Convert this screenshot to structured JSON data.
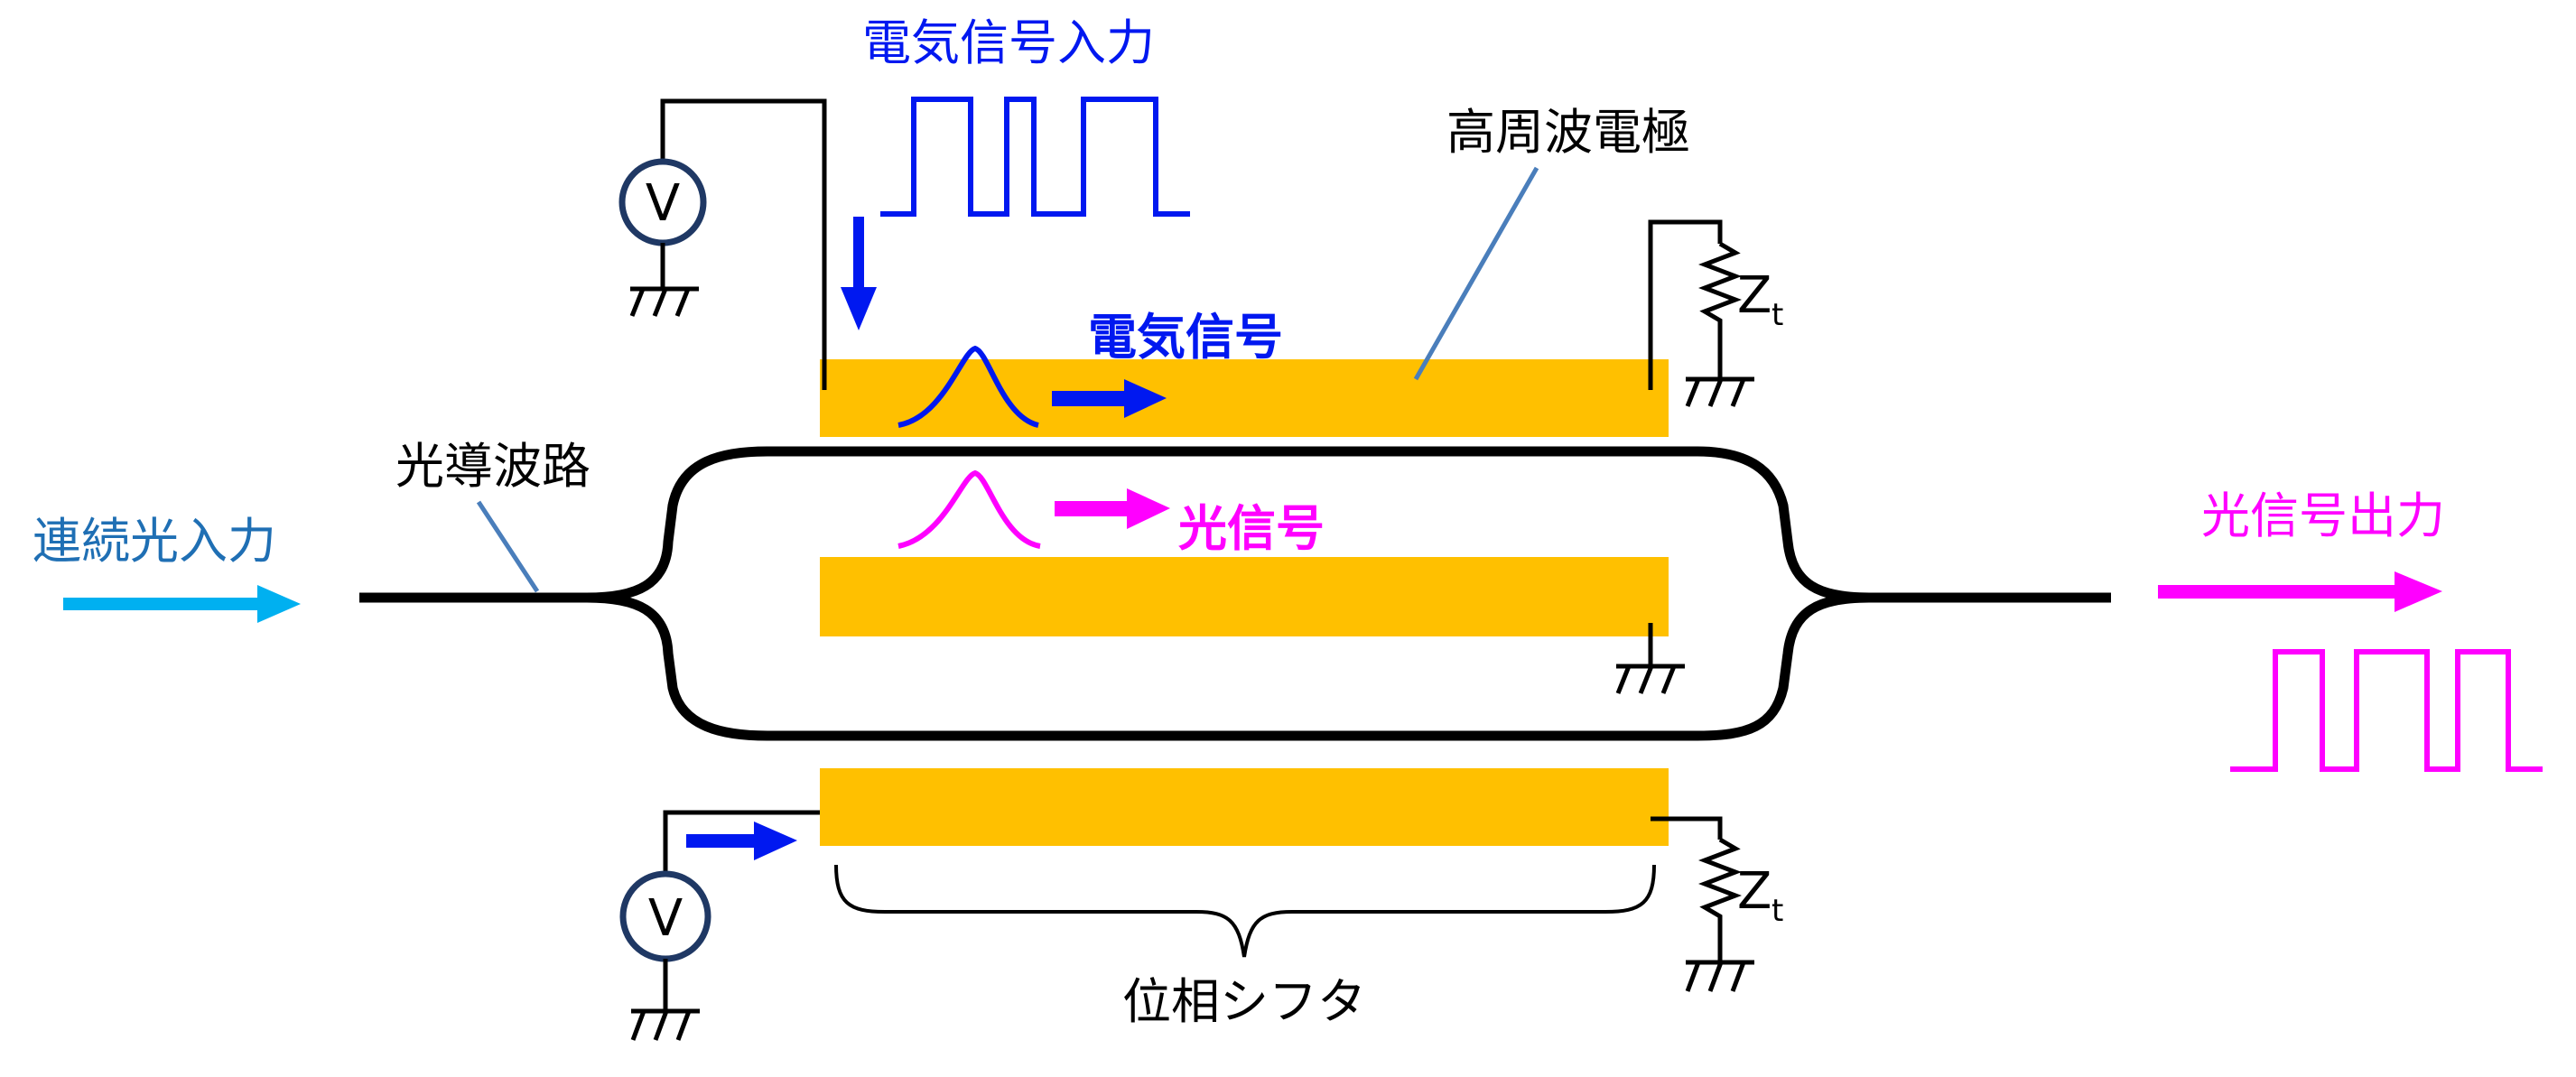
{
  "labels": {
    "electrical_signal_input": "電気信号入力",
    "rf_electrode": "高周波電極",
    "electrical_signal": "電気信号",
    "optical_waveguide": "光導波路",
    "cw_light_input": "連続光入力",
    "optical_signal": "光信号",
    "optical_signal_output": "光信号出力",
    "phase_shifter": "位相シフタ",
    "termination_z": "Z",
    "termination_sub": "t",
    "voltage_source": "V"
  },
  "colors": {
    "electrode": "#FFC000",
    "electrical": "#0018F0",
    "optical": "#FF00FF",
    "input_arrow": "#00B0F0",
    "input_text": "#1F6FB4",
    "line": "#000000",
    "leader": "#4A7EBB",
    "source_ring": "#1F3864"
  }
}
